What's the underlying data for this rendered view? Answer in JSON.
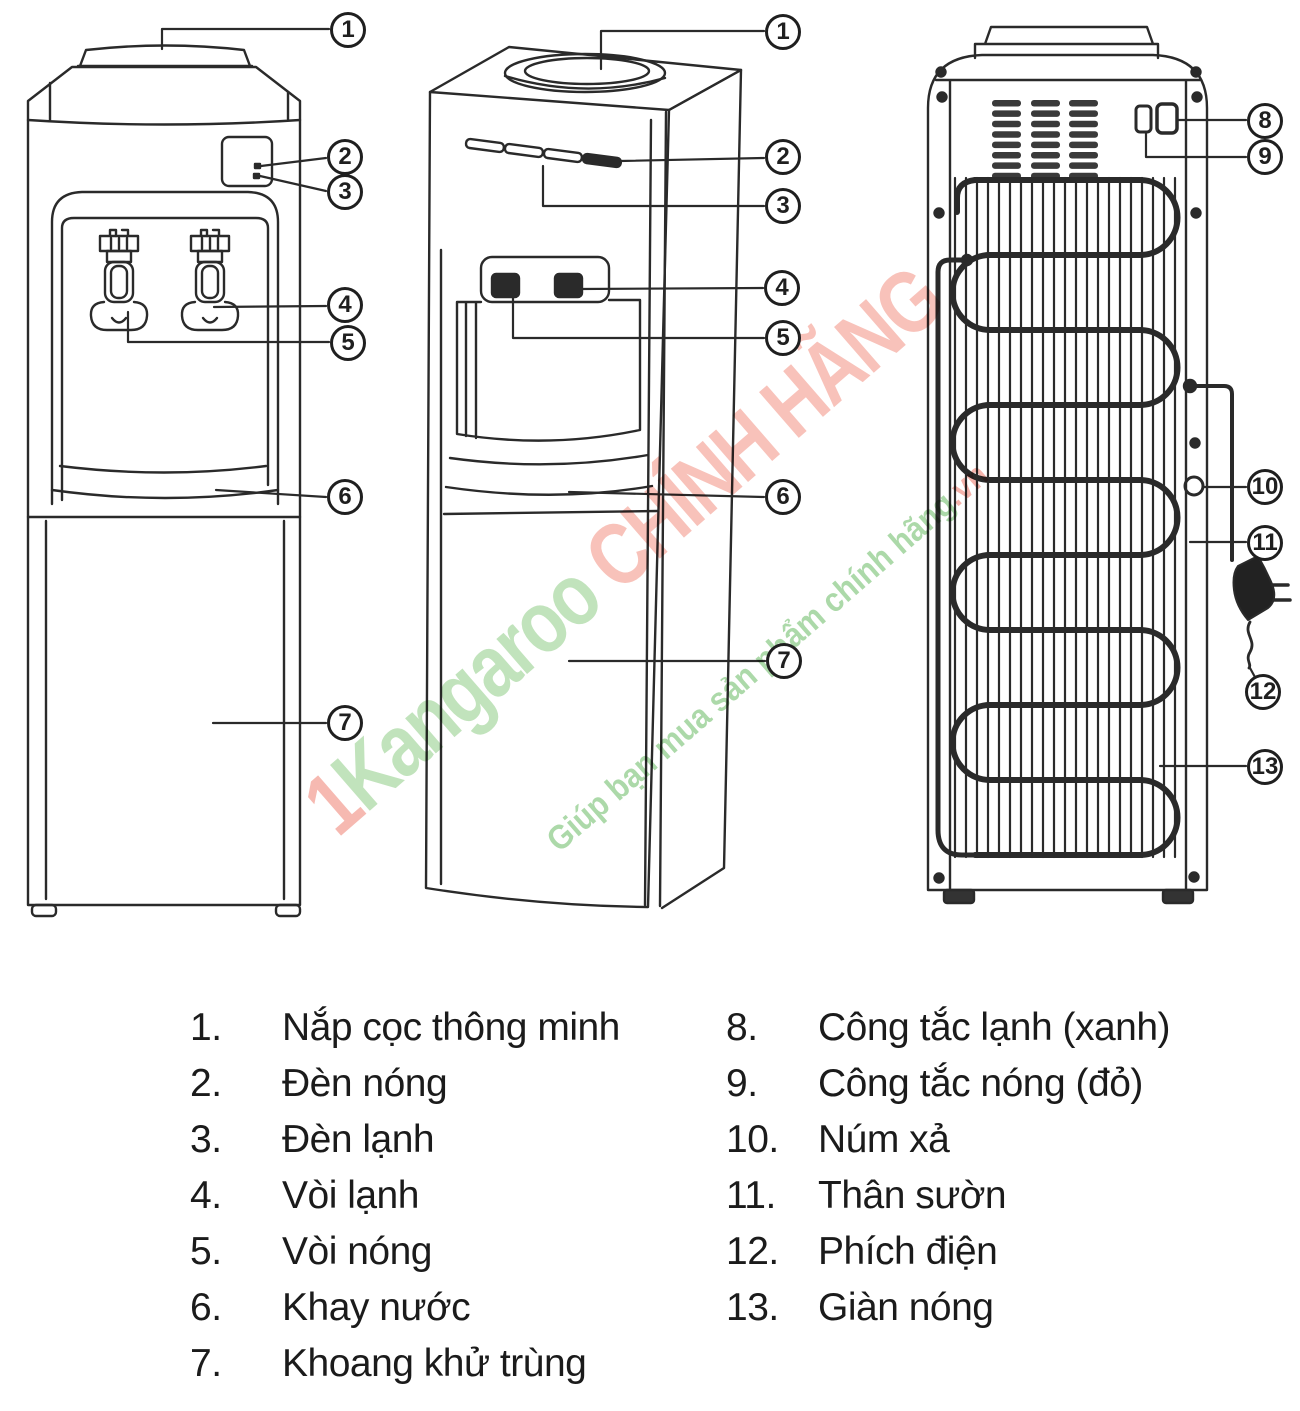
{
  "ink_color": "#2a2a2a",
  "watermark": {
    "prefix": "1",
    "brand": "Kangaroo",
    "stamp": " CHÍNH HÃNG",
    "tagline": "Giúp bạn mua sản phẩm chính hãng",
    "tagline_suffix": ".vn",
    "colors": {
      "prefix": "#f4a79d",
      "brand": "#b2dcab",
      "stamp": "#f6b3a9",
      "tagline": "#9ed29a",
      "tagline_suffix": "#f4a79d"
    }
  },
  "callouts": {
    "front": [
      "1",
      "2",
      "3",
      "4",
      "5",
      "6",
      "7"
    ],
    "middle": [
      "1",
      "2",
      "3",
      "4",
      "5",
      "6",
      "7"
    ],
    "rear": [
      "8",
      "9",
      "10",
      "11",
      "12",
      "13"
    ]
  },
  "legend": {
    "left": [
      {
        "num": "1.",
        "label": "Nắp cọc thông minh"
      },
      {
        "num": "2.",
        "label": "Đèn nóng"
      },
      {
        "num": "3.",
        "label": "Đèn lạnh"
      },
      {
        "num": "4.",
        "label": "Vòi lạnh"
      },
      {
        "num": "5.",
        "label": "Vòi nóng"
      },
      {
        "num": "6.",
        "label": "Khay nước"
      },
      {
        "num": "7.",
        "label": "Khoang khử trùng"
      }
    ],
    "right": [
      {
        "num": "8.",
        "label": "Công tắc lạnh (xanh)"
      },
      {
        "num": "9.",
        "label": "Công tắc nóng (đỏ)"
      },
      {
        "num": "10.",
        "label": "Núm xả"
      },
      {
        "num": "11.",
        "label": "Thân sườn"
      },
      {
        "num": "12.",
        "label": "Phích điện"
      },
      {
        "num": "13.",
        "label": "Giàn nóng"
      }
    ]
  }
}
